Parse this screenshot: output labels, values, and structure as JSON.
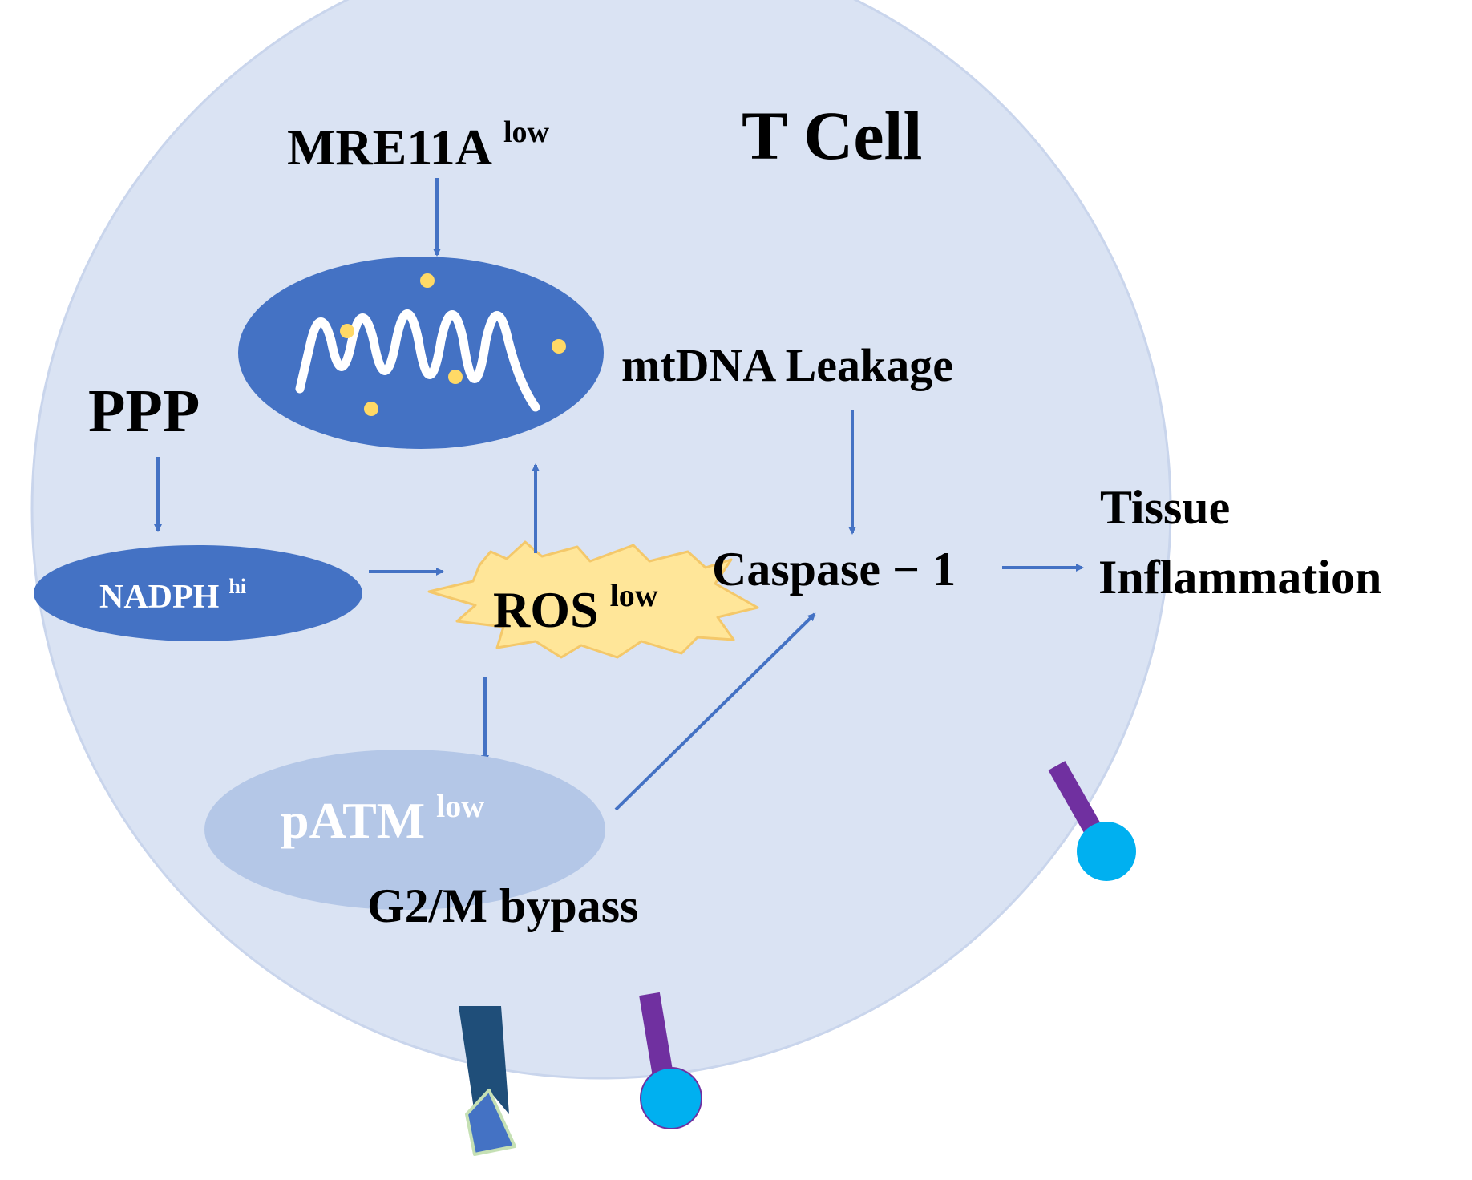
{
  "diagram": {
    "cell_label": "T Cell",
    "labels": {
      "mre11a": "MRE11A",
      "mre11a_sup": "low",
      "ppp": "PPP",
      "mtdna": "mtDNA Leakage",
      "nadph": "NADPH",
      "nadph_sup": "hi",
      "ros": "ROS",
      "ros_sup": "low",
      "caspase": "Caspase − 1",
      "tissue_line1": "Tissue",
      "tissue_line2": "Inflammation",
      "patm": "pATM",
      "patm_sup": "low",
      "g2m": "G2/M bypass"
    },
    "colors": {
      "cell_fill": "#dae3f3",
      "cell_stroke": "#c9d5ec",
      "mito_fill": "#4472c4",
      "nadph_fill": "#4472c4",
      "patm_fill": "#b4c7e7",
      "ros_fill": "#ffe699",
      "ros_stroke": "#f4c86a",
      "arrow": "#4472c4",
      "dots": "#ffd966",
      "receptor_stalk": "#7030a0",
      "receptor_head": "#00b0f0",
      "tcr_body": "#1f4e79",
      "tcr_tip": "#4472c4",
      "text": "#000000",
      "text_light": "#ffffff"
    },
    "icons": [
      "mitochondrion-icon",
      "ros-burst-icon",
      "receptor-icon",
      "tcr-receptor-icon"
    ]
  }
}
